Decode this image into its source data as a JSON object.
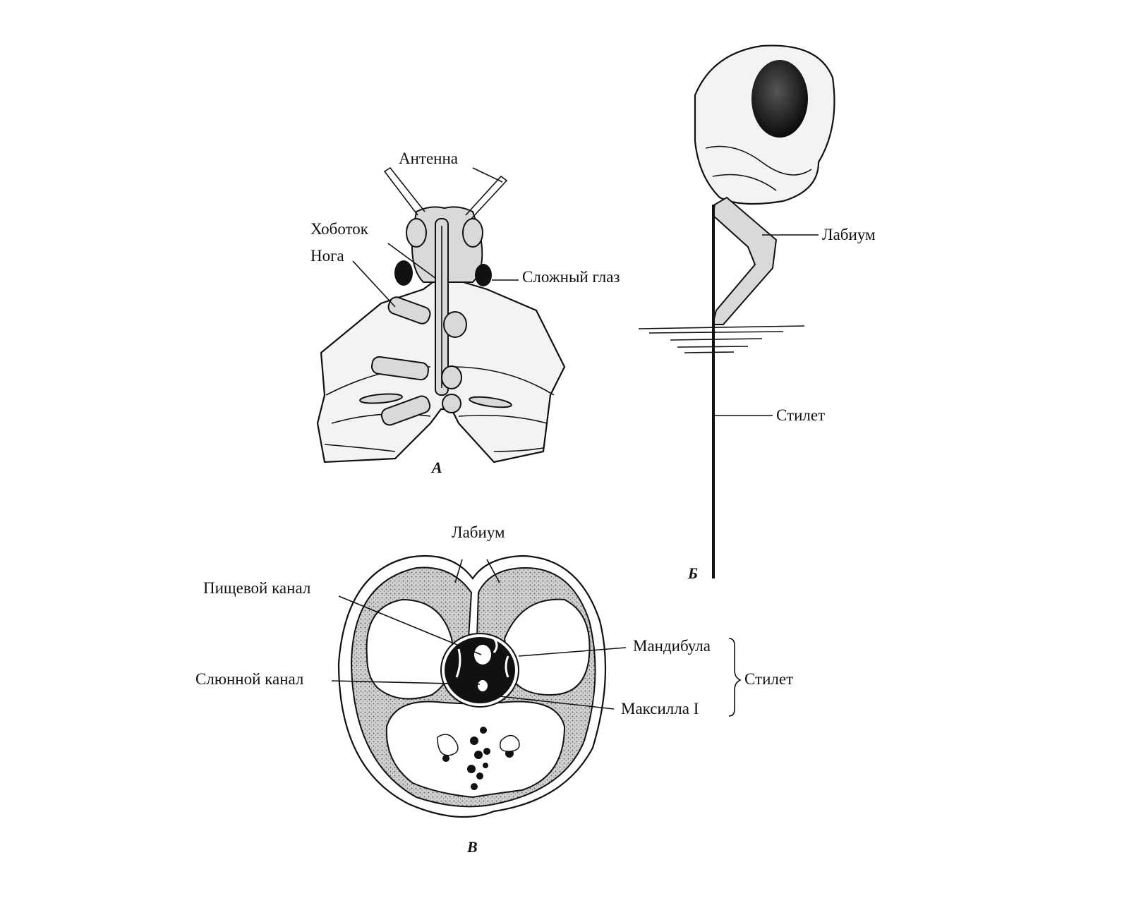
{
  "figure_a": {
    "caption": "А",
    "labels": {
      "antenna": "Антенна",
      "proboscis": "Хоботок",
      "leg": "Нога",
      "compound_eye": "Сложный глаз"
    }
  },
  "figure_b": {
    "caption": "Б",
    "labels": {
      "labium": "Лабиум",
      "stylet": "Стилет"
    }
  },
  "figure_c": {
    "caption": "В",
    "labels": {
      "labium": "Лабиум",
      "food_canal": "Пищевой канал",
      "mandible": "Мандибула",
      "salivary_canal": "Слюнной канал",
      "maxilla": "Максилла I",
      "stylet": "Стилет"
    }
  }
}
